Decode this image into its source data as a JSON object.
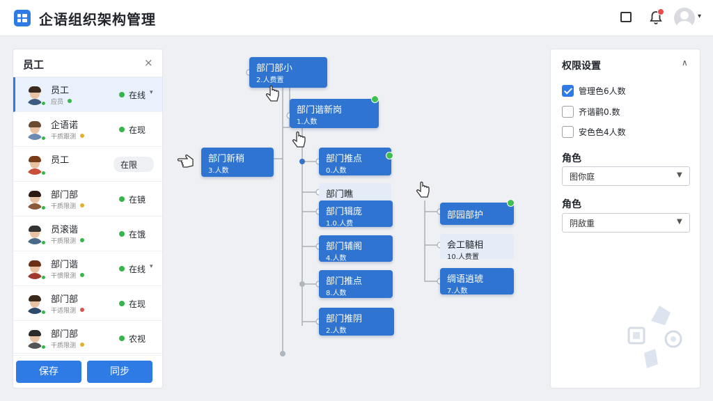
{
  "header": {
    "title": "企语组织架构管理"
  },
  "employee_panel": {
    "title": "员工",
    "close_glyph": "×",
    "employees": [
      {
        "name": "员工",
        "sub": "应员",
        "status": "在线",
        "presence": "#36b54a",
        "subdot": "#36b54a",
        "selected": true,
        "pill": false,
        "chevron": true,
        "hair": "#3a2a1e",
        "shirt": "#3d5a80"
      },
      {
        "name": "企语诺",
        "sub": "干质跟测",
        "status": "在现",
        "presence": "#36b54a",
        "subdot": "#e0b030",
        "selected": false,
        "pill": false,
        "chevron": false,
        "hair": "#6b4a2e",
        "shirt": "#6b8bb5"
      },
      {
        "name": "员工",
        "sub": "",
        "status": "在限",
        "presence": "#36b54a",
        "subdot": "",
        "selected": false,
        "pill": true,
        "chevron": false,
        "hair": "#7a3d1c",
        "shirt": "#c84f3a"
      },
      {
        "name": "部门部",
        "sub": "干质限测",
        "status": "在镜",
        "presence": "#36b54a",
        "subdot": "#e0b030",
        "selected": false,
        "pill": false,
        "chevron": false,
        "hair": "#2a1a12",
        "shirt": "#8a5a3a"
      },
      {
        "name": "员滚谐",
        "sub": "干质限测",
        "status": "在饿",
        "presence": "#36b54a",
        "subdot": "#36b54a",
        "selected": false,
        "pill": false,
        "chevron": false,
        "hair": "#333333",
        "shirt": "#4a6a8a"
      },
      {
        "name": "部门谐",
        "sub": "干惯限测",
        "status": "在线",
        "presence": "#36b54a",
        "subdot": "#36b54a",
        "selected": false,
        "pill": false,
        "chevron": true,
        "hair": "#6a3018",
        "shirt": "#a03a2e"
      },
      {
        "name": "部门部",
        "sub": "干适限测",
        "status": "在现",
        "presence": "#36b54a",
        "subdot": "#d9534f",
        "selected": false,
        "pill": false,
        "chevron": false,
        "hair": "#3a2a1e",
        "shirt": "#2e4a6a"
      },
      {
        "name": "部门部",
        "sub": "干质限测",
        "status": "农视",
        "presence": "#36b54a",
        "subdot": "#e0b030",
        "selected": false,
        "pill": false,
        "chevron": false,
        "hair": "#2a2a2a",
        "shirt": "#555555"
      }
    ],
    "save_label": "保存",
    "sync_label": "同步"
  },
  "org_chart": {
    "nodes": [
      {
        "id": "root",
        "name": "部门部小",
        "count": "2.人费置",
        "light": false
      },
      {
        "id": "n2",
        "name": "部门谐新岗",
        "count": "1.人数",
        "light": false
      },
      {
        "id": "n3",
        "name": "部门新稍",
        "count": "3.人数",
        "light": false
      },
      {
        "id": "c1",
        "name": "部门推点",
        "count": "0.人数",
        "light": false
      },
      {
        "id": "c2",
        "name": "部门瞧",
        "count": "",
        "light": true
      },
      {
        "id": "c3",
        "name": "部门辑庞",
        "count": "1.0.人费",
        "light": false
      },
      {
        "id": "c4",
        "name": "部门辅阁",
        "count": "4.人数",
        "light": false
      },
      {
        "id": "c5",
        "name": "部门推点",
        "count": "8.人数",
        "light": false
      },
      {
        "id": "c6",
        "name": "部门推阴",
        "count": "2.人数",
        "light": false
      },
      {
        "id": "r1",
        "name": "部园部护",
        "count": "",
        "light": false
      },
      {
        "id": "r2",
        "name": "会工髓相",
        "count": "10.人费置",
        "light": true
      },
      {
        "id": "r3",
        "name": "绸语逍琥",
        "count": "7.人数",
        "light": false
      }
    ],
    "status_color": "#3fbf4f",
    "node_color": "#2f74d0"
  },
  "permissions_panel": {
    "title": "权限设置",
    "checkboxes": [
      {
        "label": "管理色6人数",
        "checked": true
      },
      {
        "label": "齐谐鹳0.数",
        "checked": false
      },
      {
        "label": "安色色4人数",
        "checked": false
      }
    ],
    "role_label_1": "角色",
    "role_select_1": "图你庭",
    "role_label_2": "角色",
    "role_select_2": "阴敌重"
  },
  "colors": {
    "accent": "#2f7be6",
    "online": "#36b54a",
    "alert": "#e84c4c"
  }
}
